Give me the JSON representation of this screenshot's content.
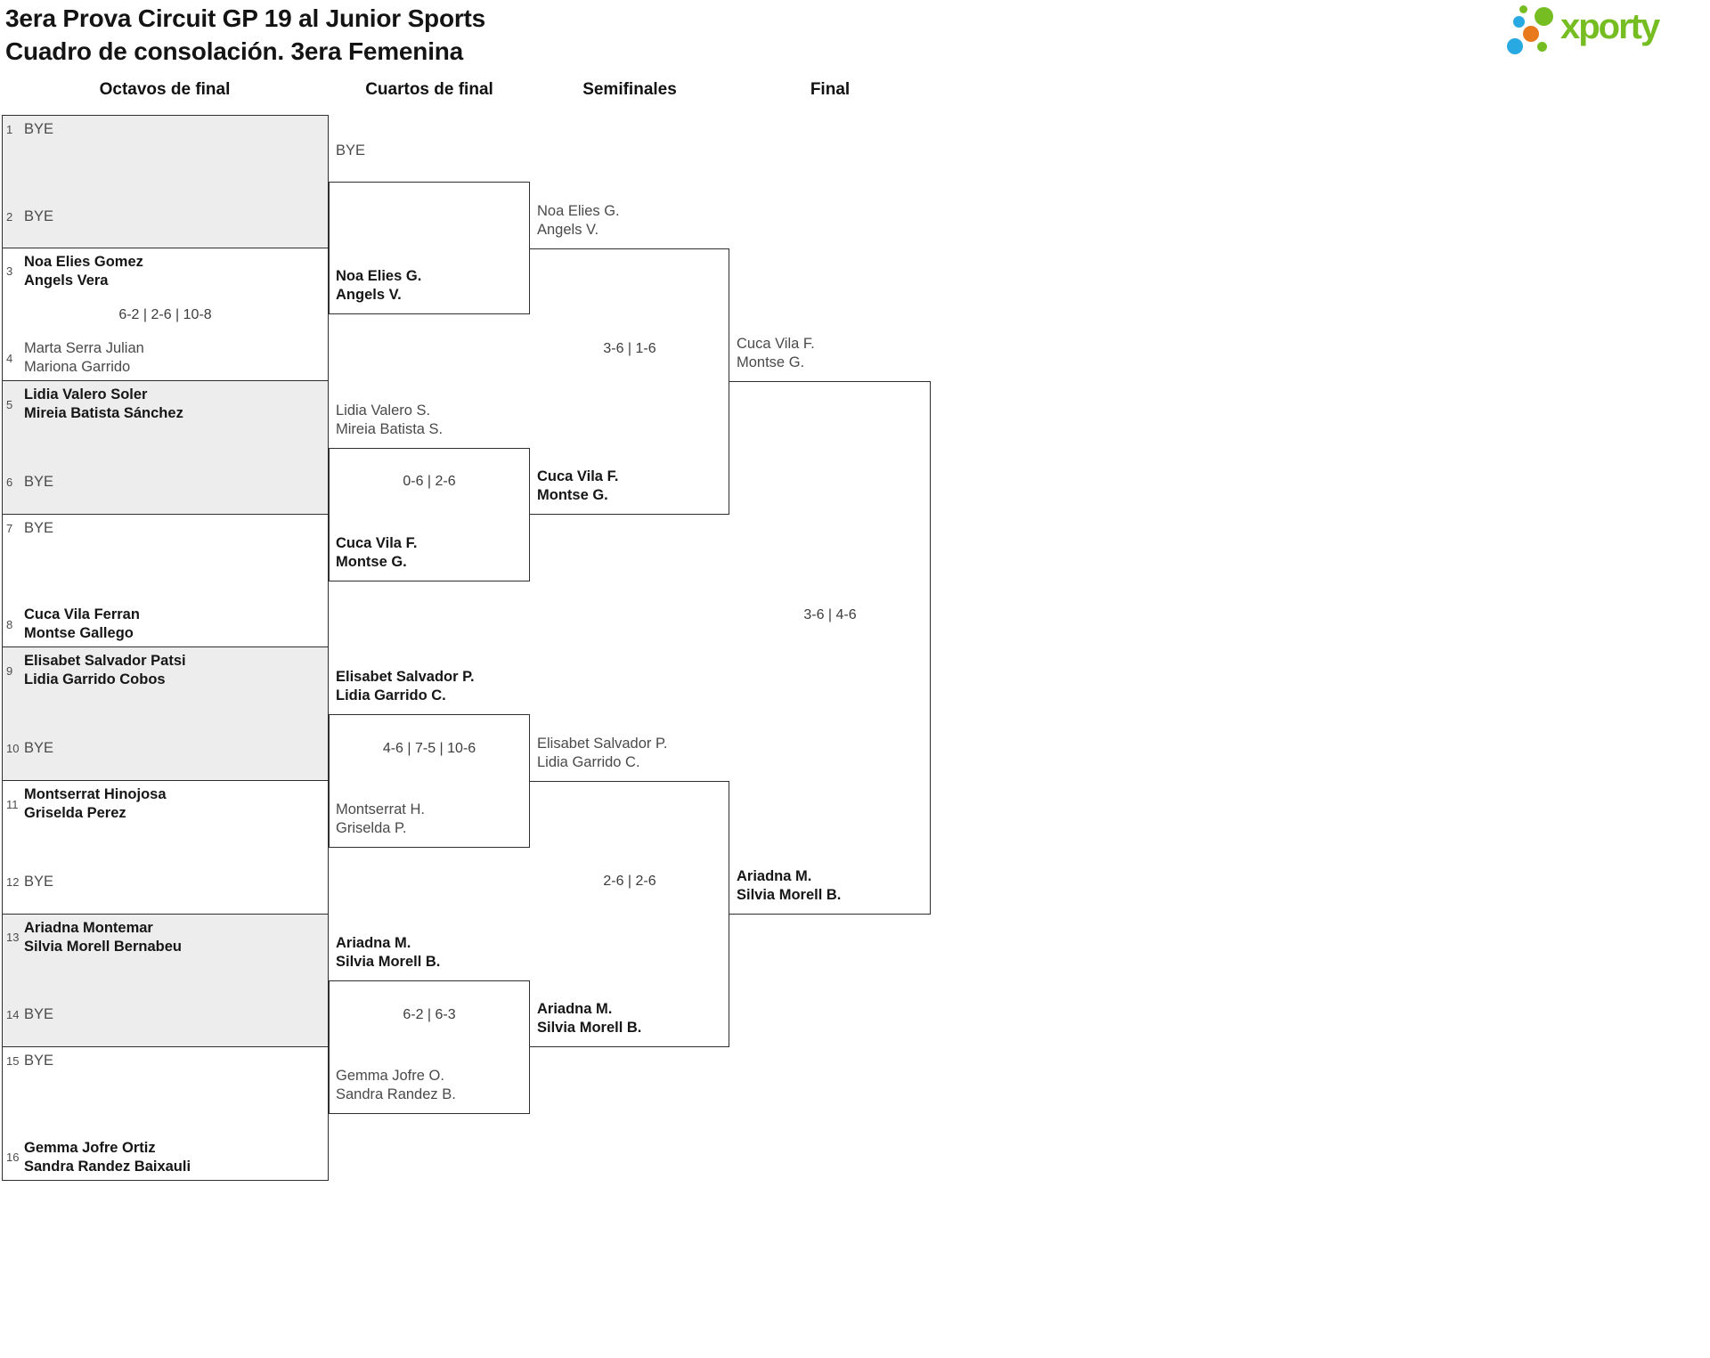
{
  "page": {
    "title_line1": "3era Prova Circuit GP 19 al Junior Sports",
    "title_line2": "Cuadro de consolación. 3era Femenina"
  },
  "logo": {
    "brand": "xporty",
    "colors": {
      "green": "#76bd22",
      "blue": "#29a9e1",
      "orange": "#e8791d"
    }
  },
  "bracket": {
    "round_headers": [
      "Octavos de final",
      "Cuartos de final",
      "Semifinales",
      "Final"
    ],
    "octavos": [
      {
        "seed_top": "1",
        "top": [
          "BYE"
        ],
        "seed_bottom": "2",
        "bottom": [
          "BYE"
        ],
        "score": "",
        "winner": 0,
        "shaded": true
      },
      {
        "seed_top": "3",
        "top": [
          "Noa Elies Gomez",
          "Angels Vera"
        ],
        "seed_bottom": "4",
        "bottom": [
          "Marta Serra Julian",
          "Mariona Garrido"
        ],
        "score": "6-2 | 2-6 | 10-8",
        "winner": 1,
        "shaded": false
      },
      {
        "seed_top": "5",
        "top": [
          "Lidia Valero Soler",
          "Mireia Batista Sánchez"
        ],
        "seed_bottom": "6",
        "bottom": [
          "BYE"
        ],
        "score": "",
        "winner": 1,
        "shaded": true
      },
      {
        "seed_top": "7",
        "top": [
          "BYE"
        ],
        "seed_bottom": "8",
        "bottom": [
          "Cuca Vila Ferran",
          "Montse Gallego"
        ],
        "score": "",
        "winner": 2,
        "shaded": false
      },
      {
        "seed_top": "9",
        "top": [
          "Elisabet Salvador Patsi",
          "Lidia Garrido Cobos"
        ],
        "seed_bottom": "10",
        "bottom": [
          "BYE"
        ],
        "score": "",
        "winner": 1,
        "shaded": true
      },
      {
        "seed_top": "11",
        "top": [
          "Montserrat Hinojosa",
          "Griselda Perez"
        ],
        "seed_bottom": "12",
        "bottom": [
          "BYE"
        ],
        "score": "",
        "winner": 1,
        "shaded": false
      },
      {
        "seed_top": "13",
        "top": [
          "Ariadna Montemar",
          "Silvia Morell Bernabeu"
        ],
        "seed_bottom": "14",
        "bottom": [
          "BYE"
        ],
        "score": "",
        "winner": 1,
        "shaded": true
      },
      {
        "seed_top": "15",
        "top": [
          "BYE"
        ],
        "seed_bottom": "16",
        "bottom": [
          "Gemma Jofre Ortiz",
          "Sandra Randez Baixauli"
        ],
        "score": "",
        "winner": 2,
        "shaded": false
      }
    ],
    "cuartos": [
      {
        "top": [
          "BYE"
        ],
        "bottom": [
          "Noa Elies G.",
          "Angels V."
        ],
        "score": "",
        "winner": 2
      },
      {
        "top": [
          "Lidia Valero S.",
          "Mireia Batista S."
        ],
        "bottom": [
          "Cuca Vila F.",
          "Montse G."
        ],
        "score": "0-6 | 2-6",
        "winner": 2
      },
      {
        "top": [
          "Elisabet Salvador P.",
          "Lidia Garrido C."
        ],
        "bottom": [
          "Montserrat H.",
          "Griselda P."
        ],
        "score": "4-6 | 7-5 | 10-6",
        "winner": 1
      },
      {
        "top": [
          "Ariadna M.",
          "Silvia Morell B."
        ],
        "bottom": [
          "Gemma Jofre O.",
          "Sandra Randez B."
        ],
        "score": "6-2 | 6-3",
        "winner": 1
      }
    ],
    "semifinales": [
      {
        "top": [
          "Noa Elies G.",
          "Angels V."
        ],
        "bottom": [
          "Cuca Vila F.",
          "Montse G."
        ],
        "score": "3-6 | 1-6",
        "winner": 2
      },
      {
        "top": [
          "Elisabet Salvador P.",
          "Lidia Garrido C."
        ],
        "bottom": [
          "Ariadna M.",
          "Silvia Morell B."
        ],
        "score": "2-6 | 2-6",
        "winner": 2
      }
    ],
    "final": [
      {
        "top": [
          "Cuca Vila F.",
          "Montse G."
        ],
        "bottom": [
          "Ariadna M.",
          "Silvia Morell B."
        ],
        "score": "3-6 | 4-6",
        "winner": 2
      }
    ]
  }
}
